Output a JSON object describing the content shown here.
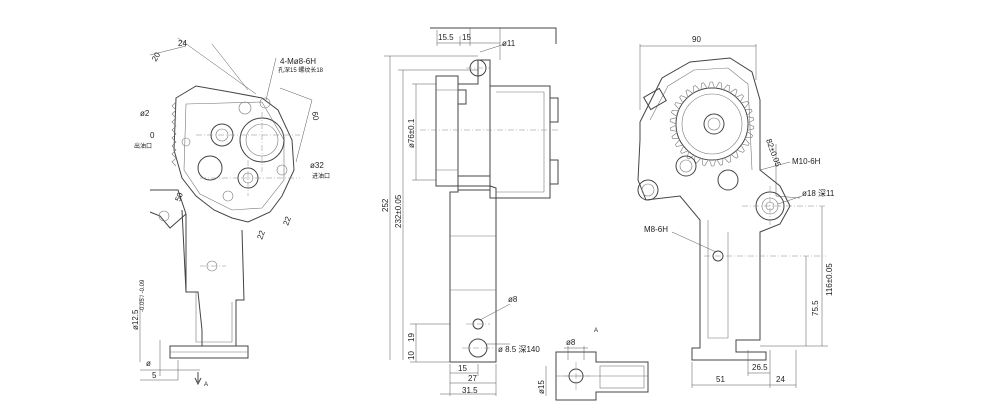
{
  "left_view": {
    "dim_20": "20",
    "dim_24": "24",
    "thread_note": "4-Mø8-6H",
    "depth_note": "孔深15 螺纹长18",
    "dim_60": "60",
    "dim_phi2": "ø2",
    "dim_0": "0",
    "outlet": "出油口",
    "dim_phi32": "ø32",
    "inlet": "进油口",
    "dim_50": "50",
    "dim_22a": "22",
    "dim_22b": "22",
    "dim_phi125": "ø12.5",
    "tol_phi125": "-0.05 / -0.09",
    "dim_phi": "ø",
    "dim_5": "5",
    "section_A": "A"
  },
  "middle_view": {
    "dim_155": "15.5",
    "dim_15_top": "15",
    "dim_phi11": "ø11",
    "dim_252": "252",
    "dim_232": "232±0.05",
    "dim_phi76": "ø76±0.1",
    "dim_phi8": "ø8",
    "dim_19": "19",
    "dim_10": "10",
    "hole_note": "ø 8.5 深140",
    "dim_15_bot": "15",
    "dim_27": "27",
    "dim_315": "31.5"
  },
  "detail_view": {
    "label_A": "A",
    "dim_phi8": "ø8",
    "dim_phi15": "ø15"
  },
  "right_view": {
    "dim_90": "90",
    "dim_821": "82±0.05",
    "thread_m10": "M10-6H",
    "hole_phi18": "ø18 深11",
    "thread_m8": "M8-6H",
    "dim_116": "116±0.05",
    "dim_755": "75.5",
    "dim_51": "51",
    "dim_265": "26.5",
    "dim_24": "24"
  }
}
